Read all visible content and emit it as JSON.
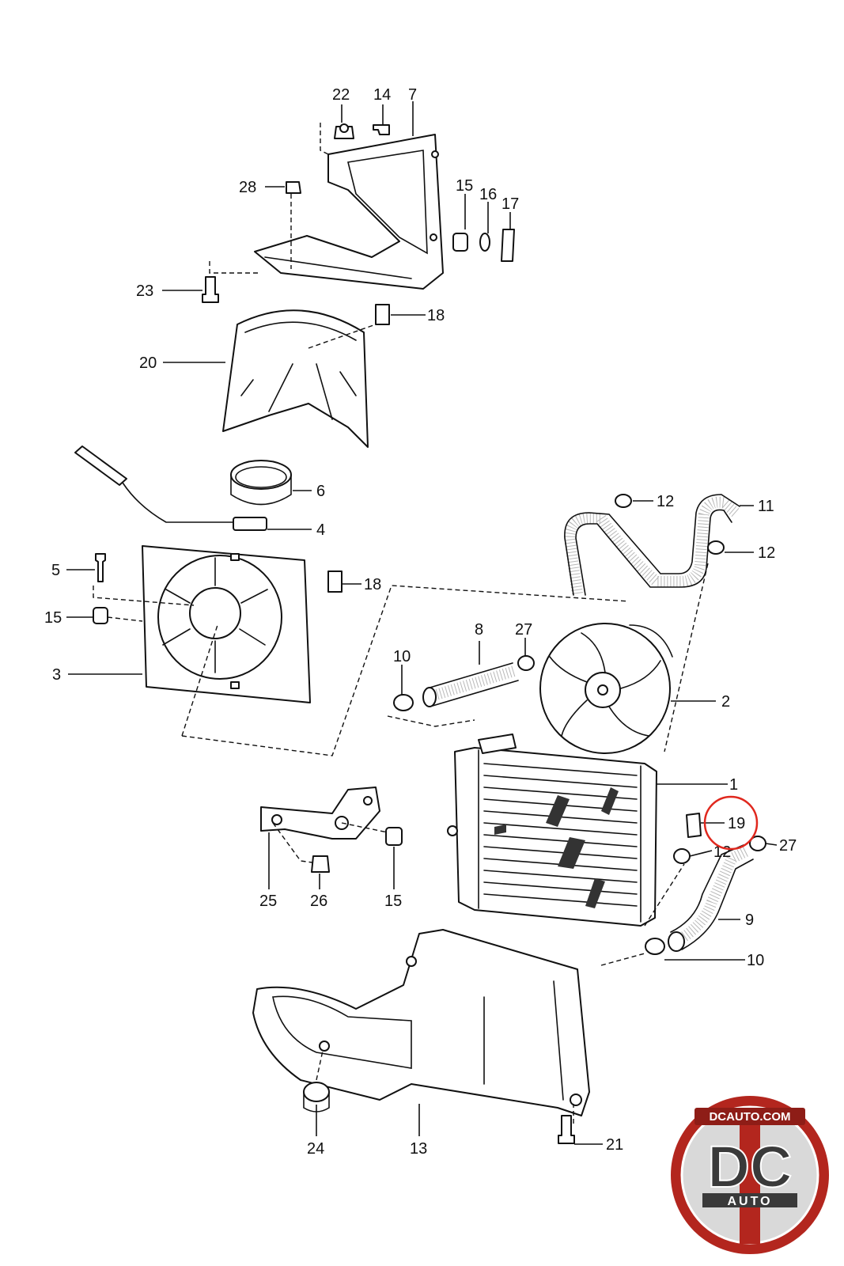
{
  "diagram": {
    "callouts": {
      "c1": "1",
      "c2": "2",
      "c3": "3",
      "c4": "4",
      "c5": "5",
      "c6": "6",
      "c7": "7",
      "c8": "8",
      "c9": "9",
      "c10a": "10",
      "c10b": "10",
      "c11": "11",
      "c12a": "12",
      "c12b": "12",
      "c12c": "12",
      "c13": "13",
      "c14": "14",
      "c15a": "15",
      "c15b": "15",
      "c15c": "15",
      "c16": "16",
      "c17": "17",
      "c18a": "18",
      "c18b": "18",
      "c19": "19",
      "c20": "20",
      "c21": "21",
      "c22": "22",
      "c23": "23",
      "c24": "24",
      "c25": "25",
      "c26": "26",
      "c27a": "27",
      "c27b": "27",
      "c28": "28"
    },
    "highlight": {
      "target": "19",
      "color": "#e0281e"
    }
  },
  "logo": {
    "domain": "DCAUTO.COM",
    "initials": "DC",
    "wordmark": "AUTO",
    "colors": {
      "red": "#b3261e",
      "dark": "#3a3a3a",
      "light": "#e6e6e6"
    }
  }
}
